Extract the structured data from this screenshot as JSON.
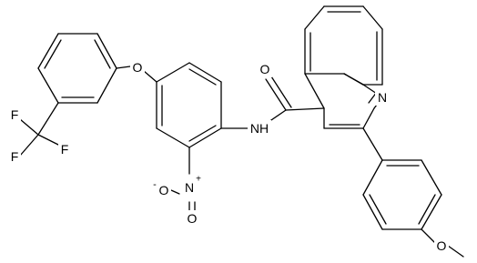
{
  "figure": {
    "type": "chemical-structure",
    "atom_labels": {
      "F1": "F",
      "F2": "F",
      "F3": "F",
      "O_ether": "O",
      "O_amide": "O",
      "NH": "NH",
      "N_quinoline": "N",
      "N_nitro": "N",
      "N_nitro_charge": "+",
      "O_nitro_minus": "O",
      "O_nitro_charge": "-",
      "O_nitro_dbl": "O",
      "O_methoxy": "O"
    }
  }
}
